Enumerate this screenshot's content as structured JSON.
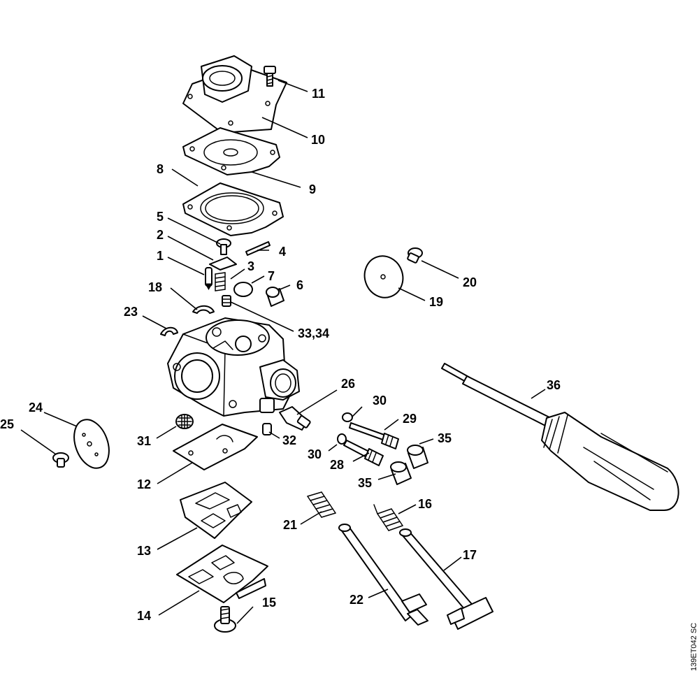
{
  "callouts": {
    "c1": "1",
    "c2": "2",
    "c3": "3",
    "c4": "4",
    "c5": "5",
    "c6": "6",
    "c7": "7",
    "c8": "8",
    "c9": "9",
    "c10": "10",
    "c11": "11",
    "c12": "12",
    "c13": "13",
    "c14": "14",
    "c15": "15",
    "c16": "16",
    "c17": "17",
    "c18": "18",
    "c19": "19",
    "c20": "20",
    "c21": "21",
    "c22": "22",
    "c23": "23",
    "c24": "24",
    "c25": "25",
    "c26": "26",
    "c28": "28",
    "c29": "29",
    "c30a": "30",
    "c30b": "30",
    "c31": "31",
    "c32": "32",
    "c3334": "33,34",
    "c35a": "35",
    "c35b": "35",
    "c36": "36"
  },
  "drawing_code": "139ET042 SC"
}
